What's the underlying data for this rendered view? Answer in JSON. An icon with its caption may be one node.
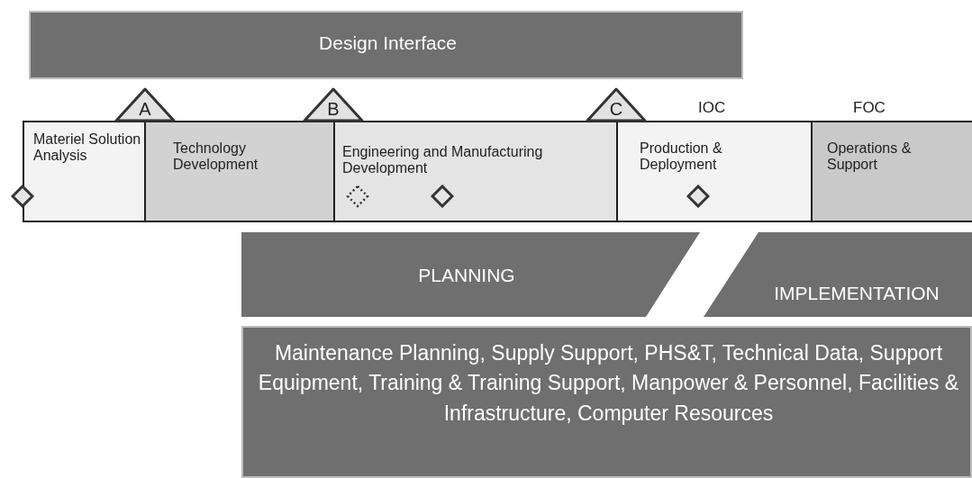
{
  "diagram": {
    "nodes": [
      {
        "text": [
          "Design Interface"
        ]
      },
      {
        "text": [
          "A"
        ]
      },
      {
        "text": [
          "B"
        ]
      },
      {
        "text": [
          "C"
        ]
      },
      {
        "text": [
          "Materiel Solution Analysis"
        ]
      },
      {
        "text": [
          "Technology Development"
        ]
      },
      {
        "text": [
          "Engineering and Manufacturing Development"
        ]
      },
      {
        "text": [
          "Production & Deployment"
        ]
      },
      {
        "text": [
          "Operations & Support"
        ]
      },
      {
        "text": [
          "PLANNING"
        ]
      },
      {
        "text": [
          "IMPLEMENTATION"
        ]
      },
      {
        "text": [
          "Maintenance Planning, Supply Support, PHS&T, Technical Data, Support Equipment, Training & Training Support, Manpower & Personnel, Facilities & Infrastructure, Computer Resources"
        ]
      }
    ],
    "labels": [
      "IOC",
      "FOC"
    ]
  }
}
